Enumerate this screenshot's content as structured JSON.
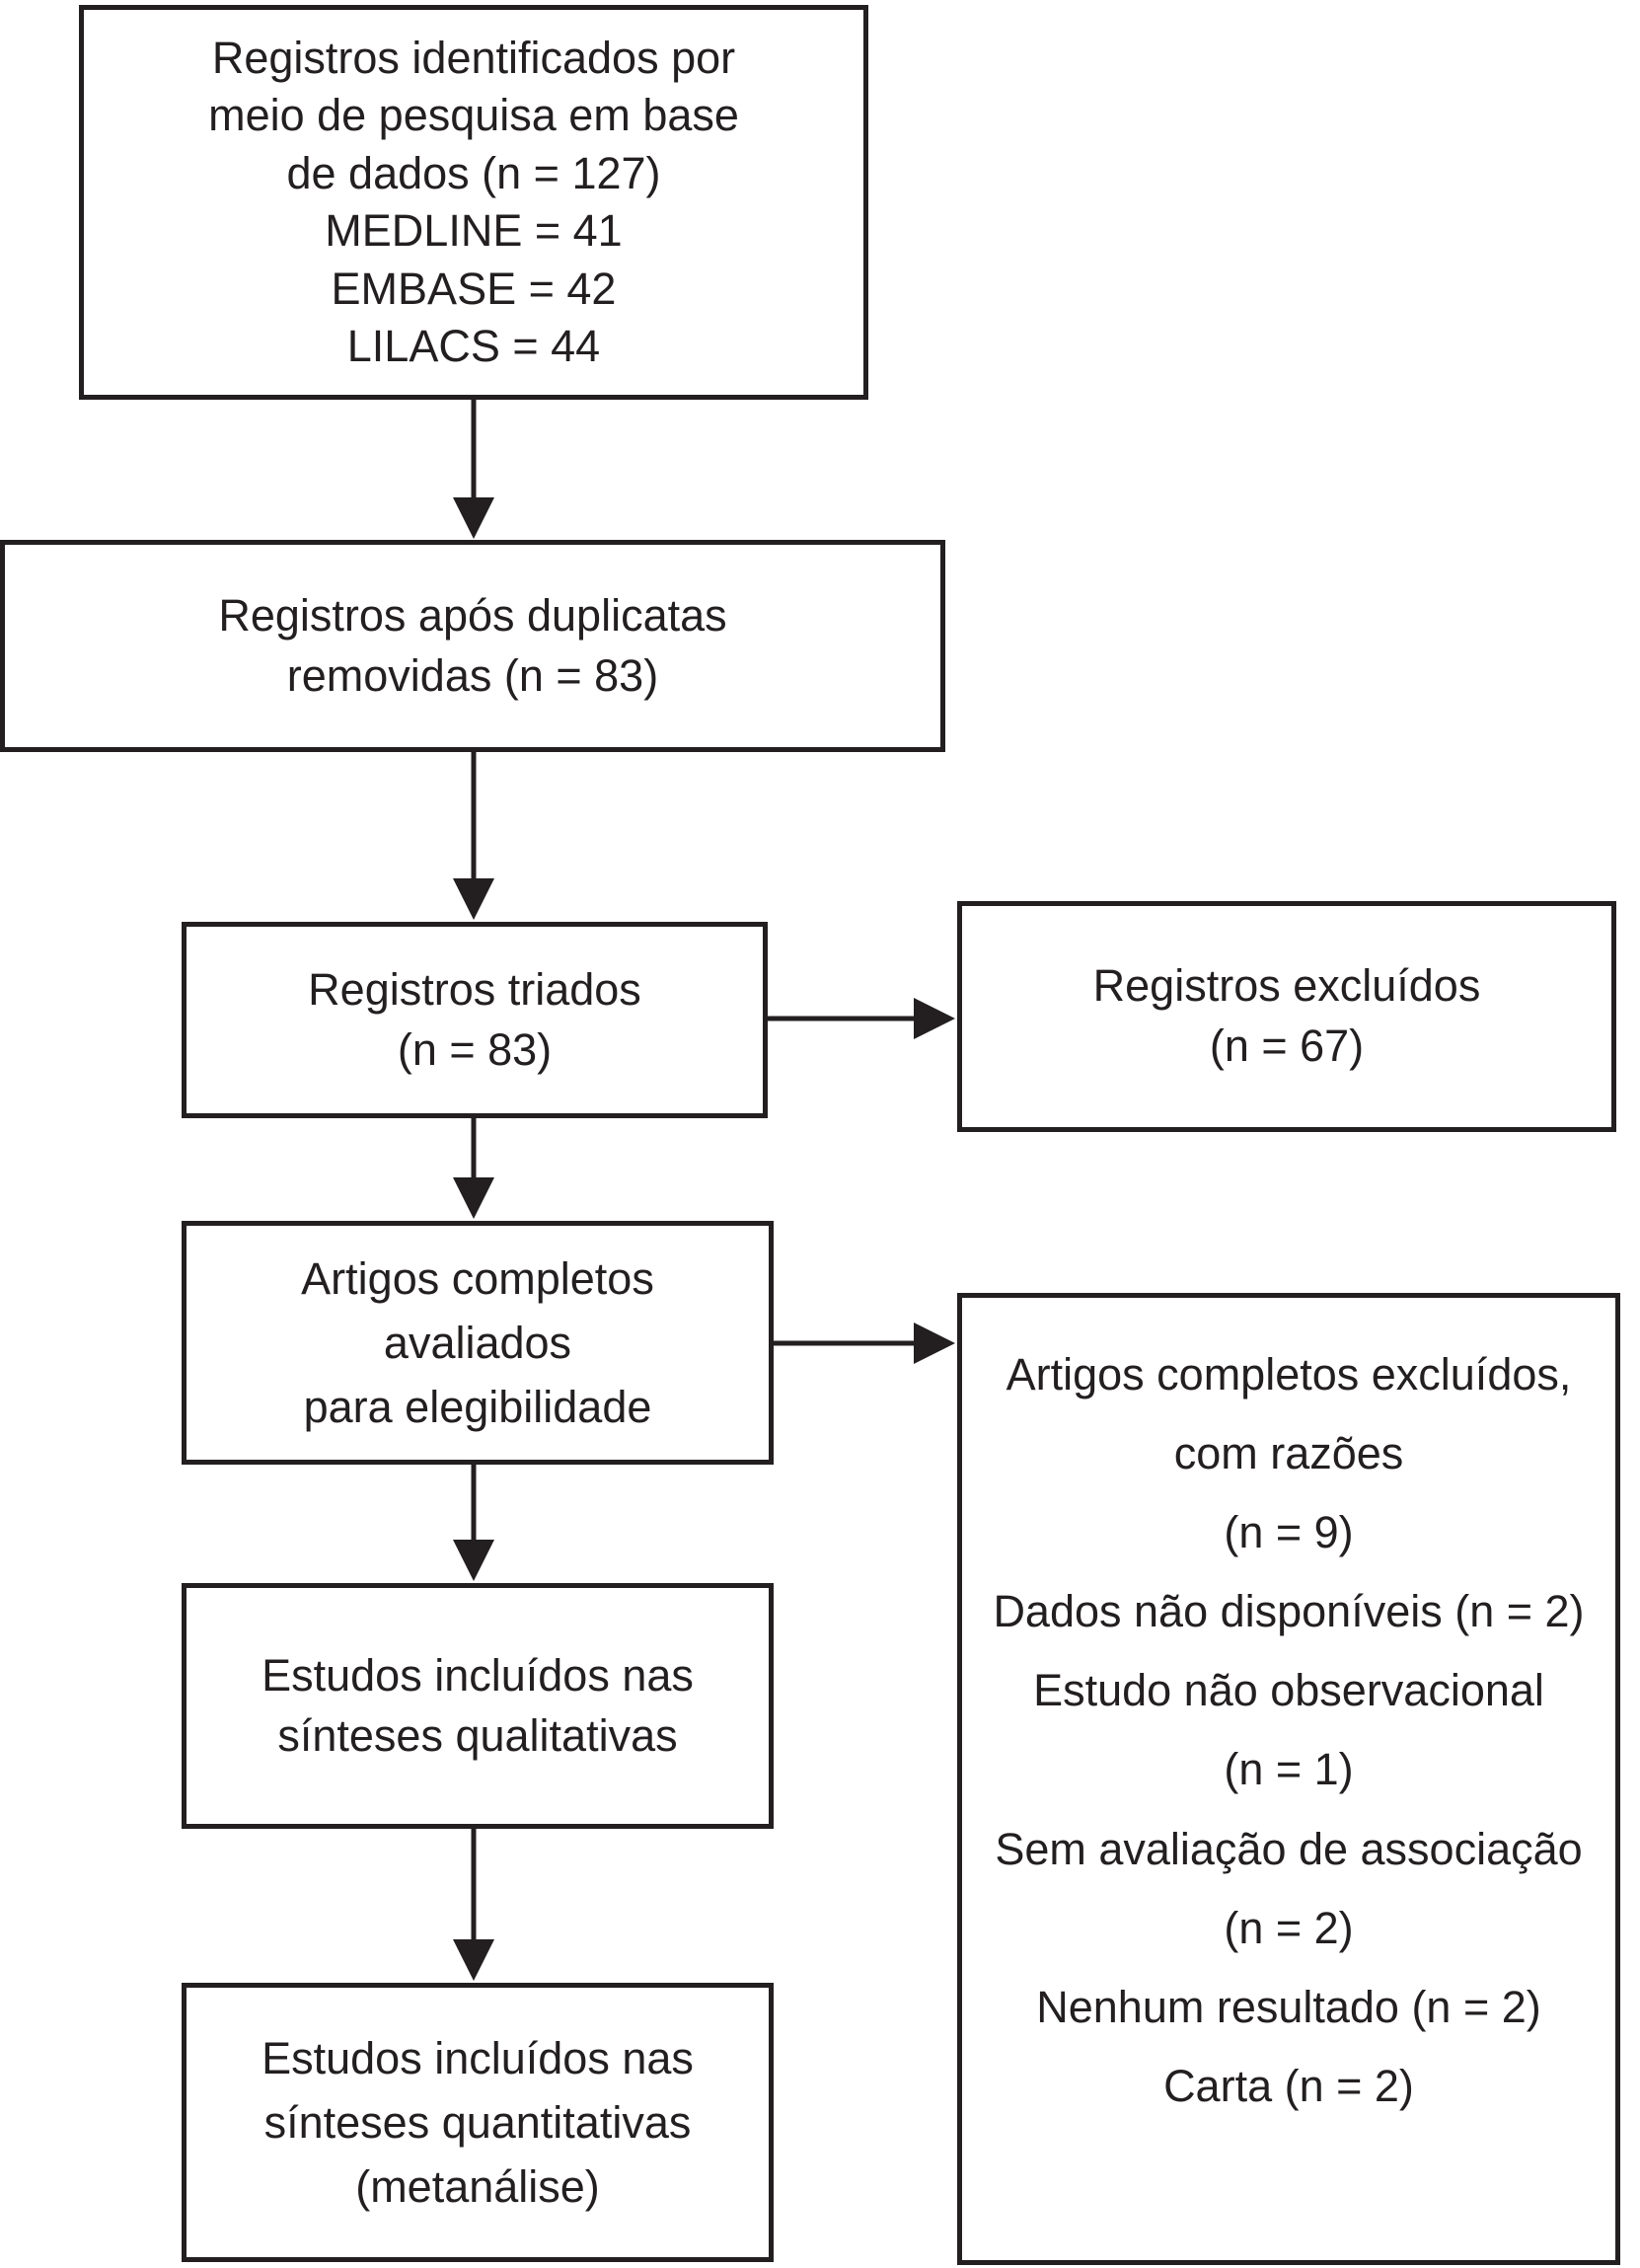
{
  "diagram": {
    "title": "Fluxograma de seleção de estudos",
    "colors": {
      "background": "#ffffff",
      "line": "#231f20",
      "text": "#231f20"
    },
    "boxes": {
      "identified": {
        "lines": [
          "Registros identificados por",
          "meio de pesquisa em base",
          "de dados (n = 127)",
          "MEDLINE = 41",
          "EMBASE = 42",
          "LILACS = 44"
        ]
      },
      "after_duplicates": {
        "lines": [
          "Registros após duplicatas",
          "removidas (n = 83)"
        ]
      },
      "screened": {
        "lines": [
          "Registros triados",
          "(n = 83)"
        ]
      },
      "excluded_records": {
        "lines": [
          "Registros excluídos",
          "(n = 67)"
        ]
      },
      "fulltext_assessed": {
        "lines": [
          "Artigos completos",
          "avaliados",
          "para elegibilidade"
        ]
      },
      "fulltext_excluded": {
        "lines": [
          "Artigos completos excluídos,",
          "com razões",
          "(n = 9)",
          "Dados não disponíveis (n = 2)",
          "Estudo não observacional",
          "(n = 1)",
          "Sem avaliação de associação",
          "(n = 2)",
          "Nenhum resultado (n = 2)",
          "Carta (n = 2)"
        ]
      },
      "qualitative": {
        "lines": [
          "Estudos incluídos nas",
          "sínteses qualitativas"
        ]
      },
      "quantitative": {
        "lines": [
          "Estudos incluídos nas",
          "sínteses quantitativas",
          "(metanálise)"
        ]
      }
    }
  }
}
